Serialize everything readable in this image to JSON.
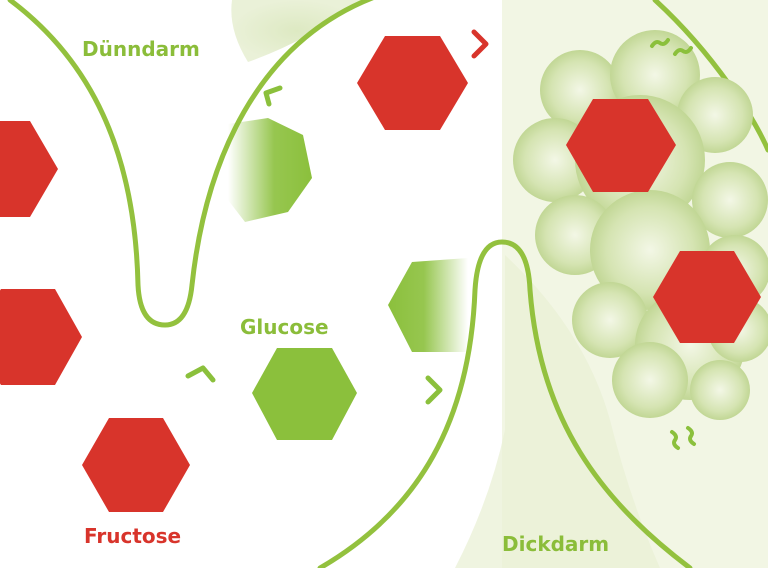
{
  "labels": {
    "small_intestine": "Dünndarm",
    "glucose": "Glucose",
    "fructose": "Fructose",
    "large_intestine": "Dickdarm"
  },
  "colors": {
    "fructose": "#d8342b",
    "glucose": "#8bc03c",
    "wall": "#93c13e",
    "pale_green": "#f2f6e4",
    "label_green": "#8bbd3a",
    "label_red": "#d8342b"
  },
  "icons": [
    "hexagon-molecule",
    "pentagon-molecule",
    "chevron-arrow",
    "wavy-gas-lines",
    "bacteria-cloud"
  ]
}
